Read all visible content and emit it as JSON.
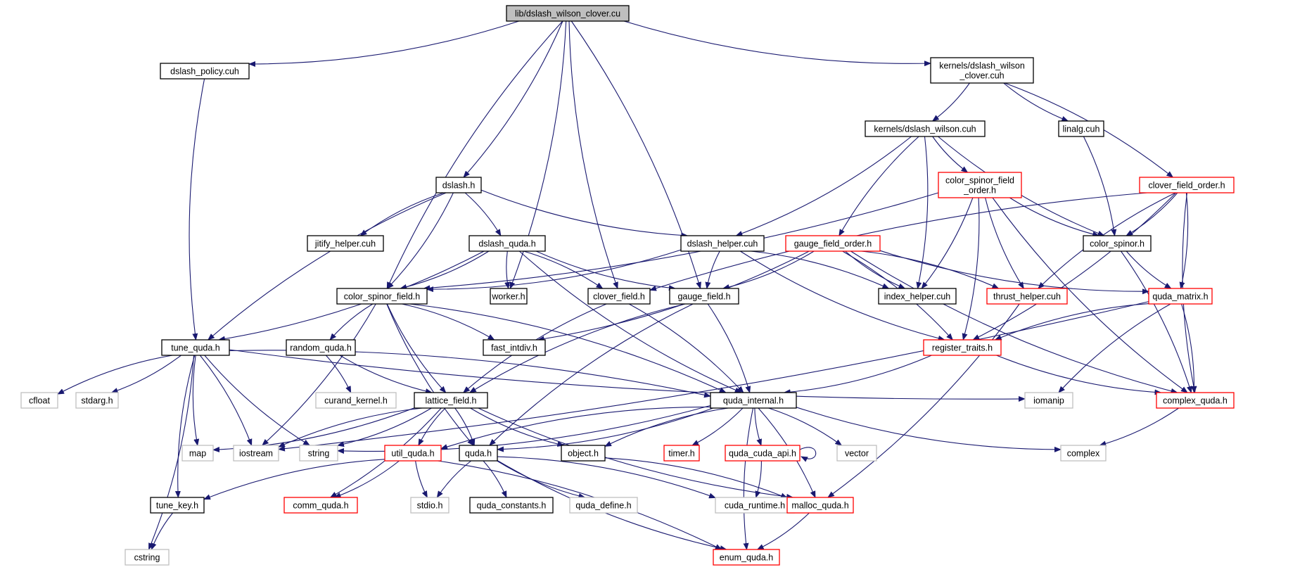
{
  "colors": {
    "edge": "#191970",
    "normal_border": "#000000",
    "documented_incomplete_border": "#ff0000",
    "external_border": "#bfbfbf",
    "root_fill": "#bfbfbf",
    "node_fill": "#ffffff",
    "text": "#000000"
  },
  "graph": {
    "nodes": [
      {
        "id": "root",
        "lines": [
          "lib/dslash_wilson_clover.cu"
        ],
        "kind": "root"
      },
      {
        "id": "dslash_policy",
        "lines": [
          "dslash_policy.cuh"
        ],
        "kind": "normal"
      },
      {
        "id": "kernels_dwc",
        "lines": [
          "kernels/dslash_wilson",
          "_clover.cuh"
        ],
        "kind": "normal"
      },
      {
        "id": "kernels_dw",
        "lines": [
          "kernels/dslash_wilson.cuh"
        ],
        "kind": "normal"
      },
      {
        "id": "linalg",
        "lines": [
          "linalg.cuh"
        ],
        "kind": "normal"
      },
      {
        "id": "dslash_h",
        "lines": [
          "dslash.h"
        ],
        "kind": "normal"
      },
      {
        "id": "csfo",
        "lines": [
          "color_spinor_field",
          "_order.h"
        ],
        "kind": "red"
      },
      {
        "id": "cfo",
        "lines": [
          "clover_field_order.h"
        ],
        "kind": "red"
      },
      {
        "id": "jitify",
        "lines": [
          "jitify_helper.cuh"
        ],
        "kind": "normal"
      },
      {
        "id": "dslash_quda",
        "lines": [
          "dslash_quda.h"
        ],
        "kind": "normal"
      },
      {
        "id": "dslash_helper",
        "lines": [
          "dslash_helper.cuh"
        ],
        "kind": "normal"
      },
      {
        "id": "gfo",
        "lines": [
          "gauge_field_order.h"
        ],
        "kind": "red"
      },
      {
        "id": "color_spinor",
        "lines": [
          "color_spinor.h"
        ],
        "kind": "normal"
      },
      {
        "id": "csf",
        "lines": [
          "color_spinor_field.h"
        ],
        "kind": "normal"
      },
      {
        "id": "worker",
        "lines": [
          "worker.h"
        ],
        "kind": "normal"
      },
      {
        "id": "clover_field",
        "lines": [
          "clover_field.h"
        ],
        "kind": "normal"
      },
      {
        "id": "gauge_field",
        "lines": [
          "gauge_field.h"
        ],
        "kind": "normal"
      },
      {
        "id": "index_helper",
        "lines": [
          "index_helper.cuh"
        ],
        "kind": "normal"
      },
      {
        "id": "thrust_helper",
        "lines": [
          "thrust_helper.cuh"
        ],
        "kind": "red"
      },
      {
        "id": "quda_matrix",
        "lines": [
          "quda_matrix.h"
        ],
        "kind": "red"
      },
      {
        "id": "tune_quda",
        "lines": [
          "tune_quda.h"
        ],
        "kind": "normal"
      },
      {
        "id": "random_quda",
        "lines": [
          "random_quda.h"
        ],
        "kind": "normal"
      },
      {
        "id": "fast_intdiv",
        "lines": [
          "fast_intdiv.h"
        ],
        "kind": "normal"
      },
      {
        "id": "register_traits",
        "lines": [
          "register_traits.h"
        ],
        "kind": "red"
      },
      {
        "id": "cfloat",
        "lines": [
          "cfloat"
        ],
        "kind": "external"
      },
      {
        "id": "stdarg",
        "lines": [
          "stdarg.h"
        ],
        "kind": "external"
      },
      {
        "id": "curand",
        "lines": [
          "curand_kernel.h"
        ],
        "kind": "external"
      },
      {
        "id": "lattice_field",
        "lines": [
          "lattice_field.h"
        ],
        "kind": "normal"
      },
      {
        "id": "quda_internal",
        "lines": [
          "quda_internal.h"
        ],
        "kind": "normal"
      },
      {
        "id": "iomanip",
        "lines": [
          "iomanip"
        ],
        "kind": "external"
      },
      {
        "id": "complex_quda",
        "lines": [
          "complex_quda.h"
        ],
        "kind": "red"
      },
      {
        "id": "map",
        "lines": [
          "map"
        ],
        "kind": "external"
      },
      {
        "id": "iostream",
        "lines": [
          "iostream"
        ],
        "kind": "external"
      },
      {
        "id": "string",
        "lines": [
          "string"
        ],
        "kind": "external"
      },
      {
        "id": "util_quda",
        "lines": [
          "util_quda.h"
        ],
        "kind": "red"
      },
      {
        "id": "quda_h",
        "lines": [
          "quda.h"
        ],
        "kind": "normal"
      },
      {
        "id": "object",
        "lines": [
          "object.h"
        ],
        "kind": "normal"
      },
      {
        "id": "timer",
        "lines": [
          "timer.h"
        ],
        "kind": "red"
      },
      {
        "id": "quda_cuda_api",
        "lines": [
          "quda_cuda_api.h"
        ],
        "kind": "red"
      },
      {
        "id": "vector",
        "lines": [
          "vector"
        ],
        "kind": "external"
      },
      {
        "id": "complex",
        "lines": [
          "complex"
        ],
        "kind": "external"
      },
      {
        "id": "tune_key",
        "lines": [
          "tune_key.h"
        ],
        "kind": "normal"
      },
      {
        "id": "comm_quda",
        "lines": [
          "comm_quda.h"
        ],
        "kind": "red"
      },
      {
        "id": "stdio",
        "lines": [
          "stdio.h"
        ],
        "kind": "external"
      },
      {
        "id": "quda_constants",
        "lines": [
          "quda_constants.h"
        ],
        "kind": "normal"
      },
      {
        "id": "quda_define",
        "lines": [
          "quda_define.h"
        ],
        "kind": "external"
      },
      {
        "id": "cuda_runtime",
        "lines": [
          "cuda_runtime.h"
        ],
        "kind": "external"
      },
      {
        "id": "malloc_quda",
        "lines": [
          "malloc_quda.h"
        ],
        "kind": "red"
      },
      {
        "id": "cstring",
        "lines": [
          "cstring"
        ],
        "kind": "external"
      },
      {
        "id": "enum_quda",
        "lines": [
          "enum_quda.h"
        ],
        "kind": "red"
      }
    ],
    "edges": [
      [
        "root",
        "dslash_policy"
      ],
      [
        "root",
        "kernels_dwc"
      ],
      [
        "root",
        "dslash_h"
      ],
      [
        "root",
        "csf"
      ],
      [
        "root",
        "worker"
      ],
      [
        "root",
        "clover_field"
      ],
      [
        "root",
        "gauge_field"
      ],
      [
        "dslash_policy",
        "tune_quda"
      ],
      [
        "kernels_dwc",
        "kernels_dw"
      ],
      [
        "kernels_dwc",
        "linalg"
      ],
      [
        "kernels_dwc",
        "cfo"
      ],
      [
        "kernels_dw",
        "csfo"
      ],
      [
        "kernels_dw",
        "dslash_helper"
      ],
      [
        "kernels_dw",
        "gfo"
      ],
      [
        "kernels_dw",
        "index_helper"
      ],
      [
        "kernels_dw",
        "color_spinor"
      ],
      [
        "linalg",
        "color_spinor"
      ],
      [
        "dslash_h",
        "jitify"
      ],
      [
        "dslash_h",
        "dslash_quda"
      ],
      [
        "dslash_h",
        "dslash_helper"
      ],
      [
        "dslash_h",
        "csf"
      ],
      [
        "dslash_h",
        "tune_quda"
      ],
      [
        "csfo",
        "csf"
      ],
      [
        "csfo",
        "color_spinor"
      ],
      [
        "csfo",
        "index_helper"
      ],
      [
        "csfo",
        "thrust_helper"
      ],
      [
        "csfo",
        "register_traits"
      ],
      [
        "csfo",
        "complex_quda"
      ],
      [
        "cfo",
        "color_spinor"
      ],
      [
        "cfo",
        "clover_field"
      ],
      [
        "cfo",
        "quda_matrix"
      ],
      [
        "cfo",
        "thrust_helper"
      ],
      [
        "cfo",
        "register_traits"
      ],
      [
        "cfo",
        "complex_quda"
      ],
      [
        "dslash_quda",
        "csf"
      ],
      [
        "dslash_quda",
        "worker"
      ],
      [
        "dslash_quda",
        "clover_field"
      ],
      [
        "dslash_quda",
        "gauge_field"
      ],
      [
        "dslash_quda",
        "tune_quda"
      ],
      [
        "dslash_quda",
        "quda_internal"
      ],
      [
        "dslash_helper",
        "csf"
      ],
      [
        "dslash_helper",
        "gauge_field"
      ],
      [
        "dslash_helper",
        "index_helper"
      ],
      [
        "dslash_helper",
        "register_traits"
      ],
      [
        "gfo",
        "gauge_field"
      ],
      [
        "gfo",
        "index_helper"
      ],
      [
        "gfo",
        "thrust_helper"
      ],
      [
        "gfo",
        "quda_matrix"
      ],
      [
        "gfo",
        "register_traits"
      ],
      [
        "gfo",
        "complex_quda"
      ],
      [
        "gfo",
        "fast_intdiv"
      ],
      [
        "color_spinor",
        "quda_matrix"
      ],
      [
        "color_spinor",
        "complex_quda"
      ],
      [
        "csf",
        "random_quda"
      ],
      [
        "csf",
        "fast_intdiv"
      ],
      [
        "csf",
        "lattice_field"
      ],
      [
        "csf",
        "quda_internal"
      ],
      [
        "csf",
        "quda_h"
      ],
      [
        "csf",
        "iostream"
      ],
      [
        "clover_field",
        "lattice_field"
      ],
      [
        "clover_field",
        "quda_internal"
      ],
      [
        "gauge_field",
        "lattice_field"
      ],
      [
        "gauge_field",
        "quda_internal"
      ],
      [
        "gauge_field",
        "quda_h"
      ],
      [
        "thrust_helper",
        "malloc_quda"
      ],
      [
        "quda_matrix",
        "register_traits"
      ],
      [
        "quda_matrix",
        "complex_quda"
      ],
      [
        "quda_matrix",
        "iomanip"
      ],
      [
        "quda_matrix",
        "iostream"
      ],
      [
        "tune_quda",
        "cfloat"
      ],
      [
        "tune_quda",
        "stdarg"
      ],
      [
        "tune_quda",
        "map"
      ],
      [
        "tune_quda",
        "iostream"
      ],
      [
        "tune_quda",
        "string"
      ],
      [
        "tune_quda",
        "cstring"
      ],
      [
        "tune_quda",
        "tune_key"
      ],
      [
        "tune_quda",
        "quda_internal"
      ],
      [
        "tune_quda",
        "iomanip"
      ],
      [
        "random_quda",
        "curand"
      ],
      [
        "random_quda",
        "lattice_field"
      ],
      [
        "register_traits",
        "quda_internal"
      ],
      [
        "register_traits",
        "complex_quda"
      ],
      [
        "lattice_field",
        "map"
      ],
      [
        "lattice_field",
        "iostream"
      ],
      [
        "lattice_field",
        "string"
      ],
      [
        "lattice_field",
        "util_quda"
      ],
      [
        "lattice_field",
        "quda_h"
      ],
      [
        "lattice_field",
        "object"
      ],
      [
        "lattice_field",
        "comm_quda"
      ],
      [
        "lattice_field",
        "malloc_quda"
      ],
      [
        "quda_internal",
        "string"
      ],
      [
        "quda_internal",
        "util_quda"
      ],
      [
        "quda_internal",
        "quda_h"
      ],
      [
        "quda_internal",
        "object"
      ],
      [
        "quda_internal",
        "timer"
      ],
      [
        "quda_internal",
        "quda_cuda_api"
      ],
      [
        "quda_internal",
        "vector"
      ],
      [
        "quda_internal",
        "complex"
      ],
      [
        "quda_internal",
        "malloc_quda"
      ],
      [
        "quda_internal",
        "enum_quda"
      ],
      [
        "complex_quda",
        "complex"
      ],
      [
        "util_quda",
        "tune_key"
      ],
      [
        "util_quda",
        "comm_quda"
      ],
      [
        "util_quda",
        "stdio"
      ],
      [
        "util_quda",
        "enum_quda"
      ],
      [
        "quda_h",
        "stdio"
      ],
      [
        "quda_h",
        "quda_constants"
      ],
      [
        "quda_h",
        "quda_define"
      ],
      [
        "quda_h",
        "cuda_runtime"
      ],
      [
        "quda_h",
        "enum_quda"
      ],
      [
        "object",
        "malloc_quda"
      ],
      [
        "quda_cuda_api",
        "quda_cuda_api"
      ],
      [
        "quda_cuda_api",
        "cuda_runtime"
      ],
      [
        "tune_key",
        "cstring"
      ],
      [
        "malloc_quda",
        "enum_quda"
      ]
    ]
  }
}
